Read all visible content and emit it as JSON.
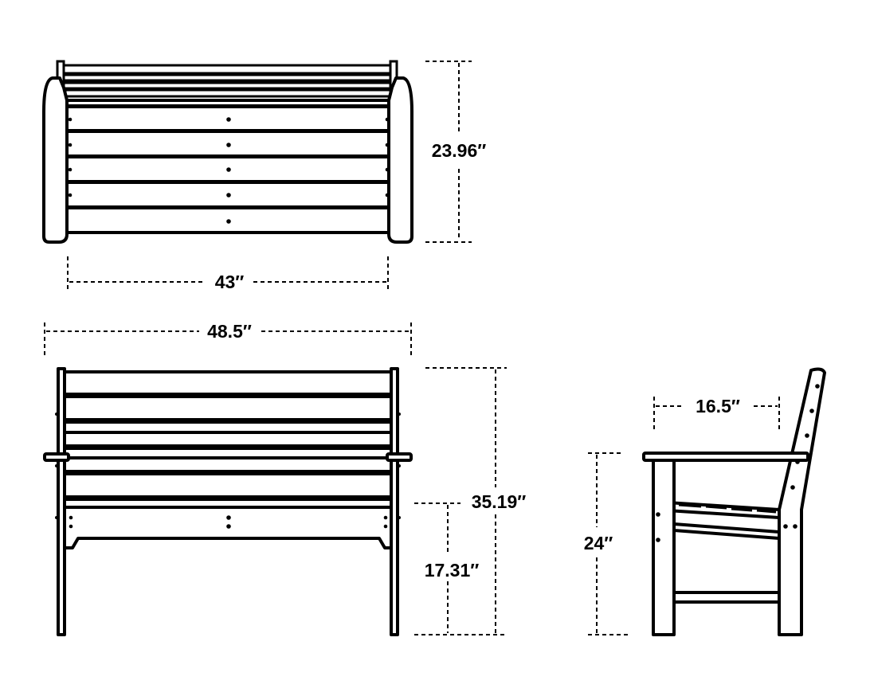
{
  "colors": {
    "line": "#000000",
    "background": "#ffffff"
  },
  "dimensions": {
    "top_depth": "23.96″",
    "top_width": "43″",
    "overall_width": "48.5″",
    "overall_height": "35.19″",
    "seat_height": "17.31″",
    "side_seat_depth": "16.5″",
    "side_arm_height": "24″"
  }
}
